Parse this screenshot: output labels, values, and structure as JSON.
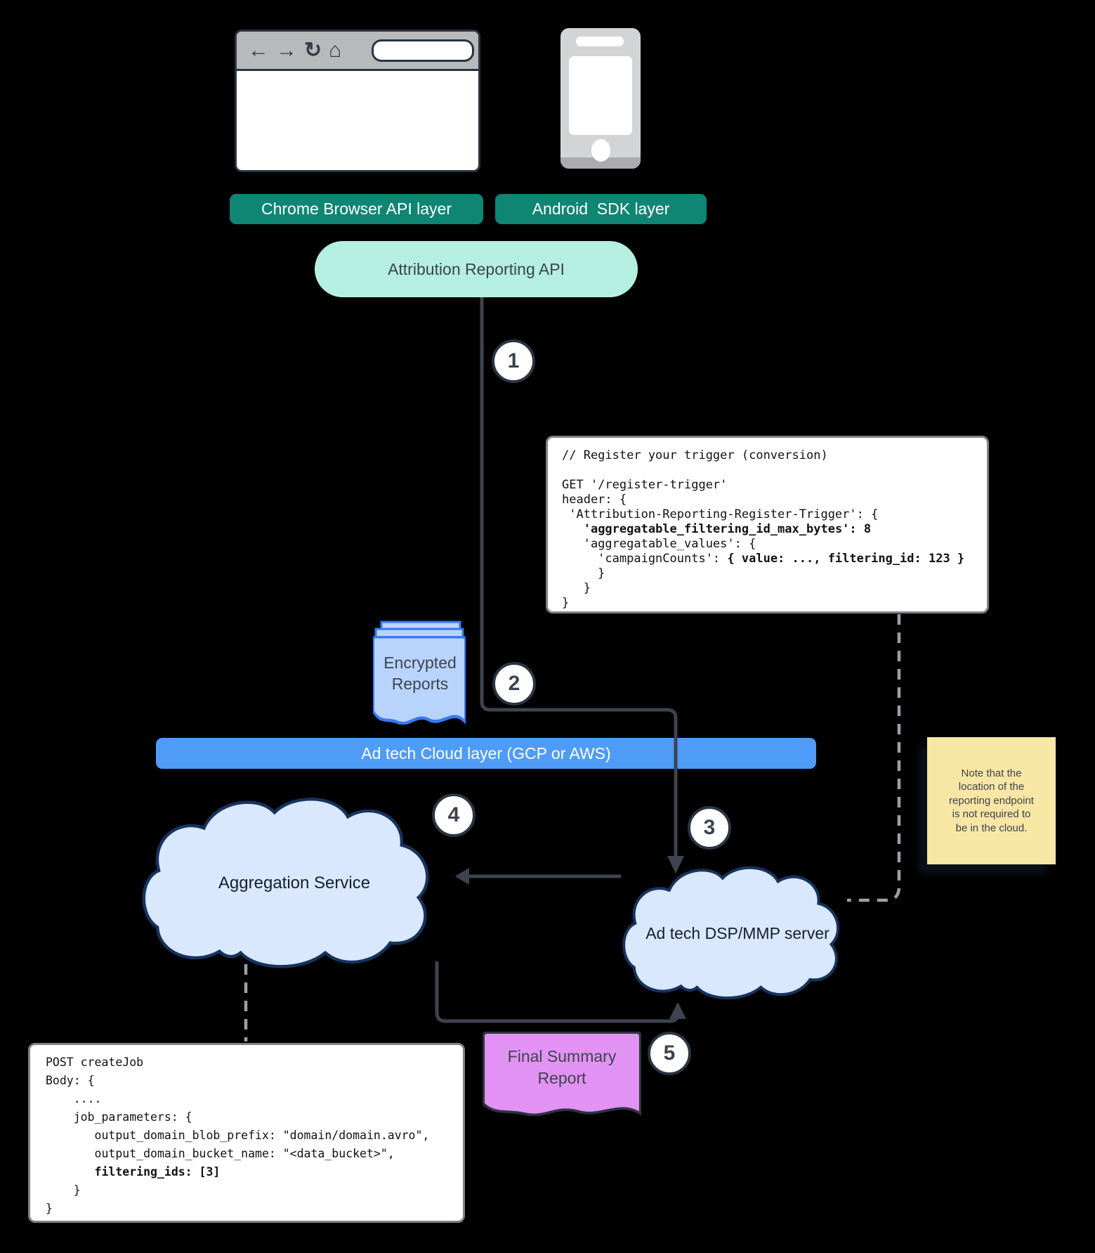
{
  "browser": {
    "icons": {
      "back": "←",
      "forward": "→",
      "reload": "↻",
      "home": "⌂"
    }
  },
  "labels": {
    "chrome_layer": "Chrome Browser API layer",
    "android_layer": "Android  SDK layer",
    "attribution_api": "Attribution Reporting API",
    "cloud_bar": "Ad tech Cloud layer (GCP or AWS)",
    "aggregation_service": "Aggregation Service",
    "dsp_server": "Ad tech DSP/MMP server",
    "encrypted_reports": "Encrypted\nReports",
    "final_summary_report": "Final Summary\nReport"
  },
  "steps": [
    "1",
    "2",
    "3",
    "4",
    "5"
  ],
  "note": {
    "text": "Note that the\nlocation of the\nreporting endpoint\nis not required to\nbe in the cloud."
  },
  "code_register_trigger": {
    "lines": [
      [
        {
          "t": "// Register your trigger (conversion)"
        }
      ],
      [],
      [
        {
          "t": "GET '/register-trigger'"
        }
      ],
      [
        {
          "t": "header: {"
        }
      ],
      [
        {
          "t": " 'Attribution-Reporting-Register-Trigger': {"
        }
      ],
      [
        {
          "t": "   "
        },
        {
          "t": "'aggregatable_filtering_id_max_bytes': 8",
          "b": 1
        }
      ],
      [
        {
          "t": "   'aggregatable_values': {"
        }
      ],
      [
        {
          "t": "     'campaignCounts': "
        },
        {
          "t": "{ value: ..., filtering_id: 123 }",
          "b": 1
        }
      ],
      [
        {
          "t": "     }"
        }
      ],
      [
        {
          "t": "   }"
        }
      ],
      [
        {
          "t": "}"
        }
      ]
    ]
  },
  "code_create_job": {
    "lines": [
      [
        {
          "t": "POST createJob"
        }
      ],
      [
        {
          "t": "Body: {"
        }
      ],
      [
        {
          "t": "    ...."
        }
      ],
      [
        {
          "t": "    job_parameters: {"
        }
      ],
      [
        {
          "t": "       output_domain_blob_prefix: \"domain/domain.avro\","
        }
      ],
      [
        {
          "t": "       output_domain_bucket_name: \"<data_bucket>\","
        }
      ],
      [
        {
          "t": "       "
        },
        {
          "t": "filtering_ids: [3]",
          "b": 1
        }
      ],
      [
        {
          "t": "    }"
        }
      ],
      [
        {
          "t": "}"
        }
      ]
    ]
  },
  "colors": {
    "background": "#000000",
    "teal_layer_box": "#0f8574",
    "mint_pill": "#b4efe1",
    "cloud_bar_blue": "#4f9cf7",
    "cloud_fill": "#d9e8fd",
    "cloud_stroke": "#16335e",
    "report_doc_fill": "#b9d4fc",
    "report_doc_stroke": "#3879f0",
    "summary_doc_fill": "#e292f2",
    "note_yellow": "#f8e6a4",
    "connector_dark": "#3d4450",
    "connector_gray": "#9aa0a6"
  }
}
